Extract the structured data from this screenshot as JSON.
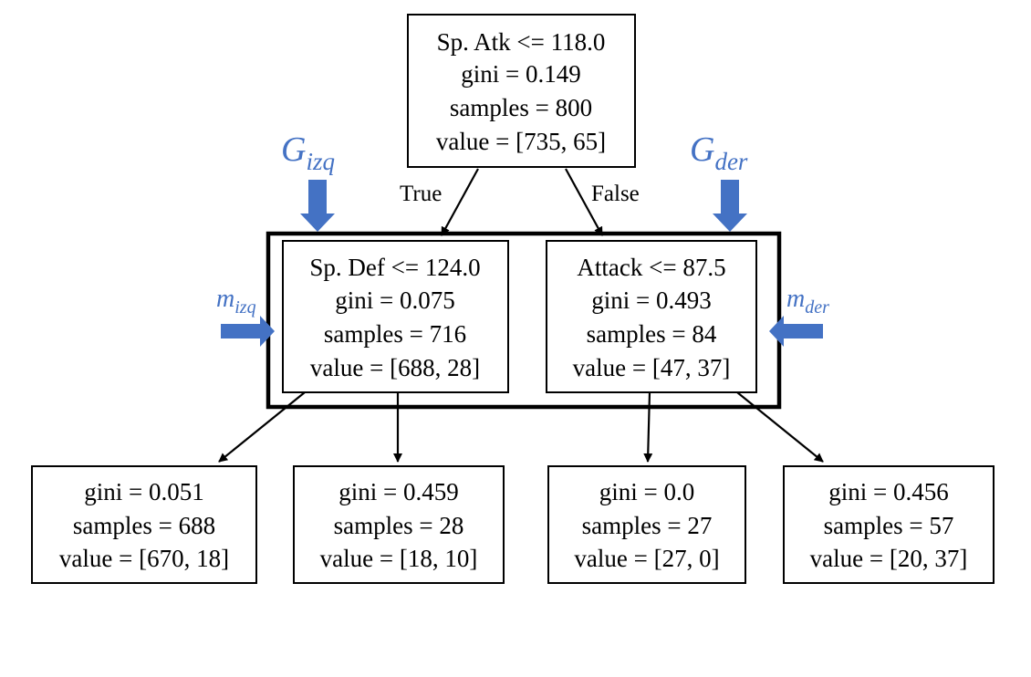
{
  "tree": {
    "nodes": [
      {
        "id": "root",
        "lines": [
          "Sp. Atk <= 118.0",
          "gini = 0.149",
          "samples = 800",
          "value = [735, 65]"
        ]
      },
      {
        "id": "left",
        "lines": [
          "Sp. Def <= 124.0",
          "gini = 0.075",
          "samples = 716",
          "value = [688, 28]"
        ]
      },
      {
        "id": "right",
        "lines": [
          "Attack <= 87.5",
          "gini = 0.493",
          "samples = 84",
          "value = [47, 37]"
        ]
      },
      {
        "id": "ll",
        "lines": [
          "gini = 0.051",
          "samples = 688",
          "value = [670, 18]"
        ]
      },
      {
        "id": "lr",
        "lines": [
          "gini = 0.459",
          "samples = 28",
          "value = [18, 10]"
        ]
      },
      {
        "id": "rl",
        "lines": [
          "gini = 0.0",
          "samples = 27",
          "value = [27, 0]"
        ]
      },
      {
        "id": "rr",
        "lines": [
          "gini = 0.456",
          "samples = 57",
          "value = [20, 37]"
        ]
      }
    ],
    "edge_labels": {
      "true": "True",
      "false": "False"
    }
  },
  "annotations": {
    "g_left": {
      "base": "G",
      "sub": "izq"
    },
    "g_right": {
      "base": "G",
      "sub": "der"
    },
    "m_left": {
      "base": "m",
      "sub": "izq"
    },
    "m_right": {
      "base": "m",
      "sub": "der"
    }
  },
  "colors": {
    "annotation_blue": "#4472c4",
    "stroke": "#000000"
  }
}
